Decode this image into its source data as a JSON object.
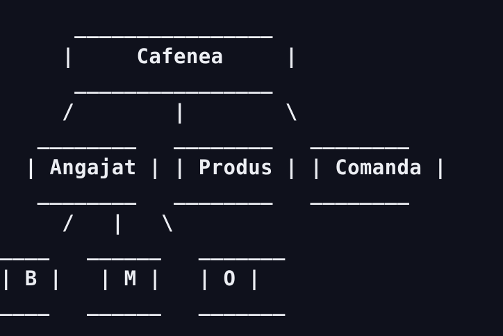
{
  "diagram": {
    "lines": [
      "      ________________",
      "     |     Cafenea     |",
      "      ________________",
      "     /        |        \\",
      "   ________   ________   ________",
      "  | Angajat | | Produs | | Comanda |",
      "   ________   ________   ________",
      "     /   |   \\",
      "____   ______   _______",
      "| B |   | M |   | O |",
      "____   ______   _______"
    ]
  },
  "colors": {
    "background": "#0f111c",
    "text": "#eceef3"
  }
}
